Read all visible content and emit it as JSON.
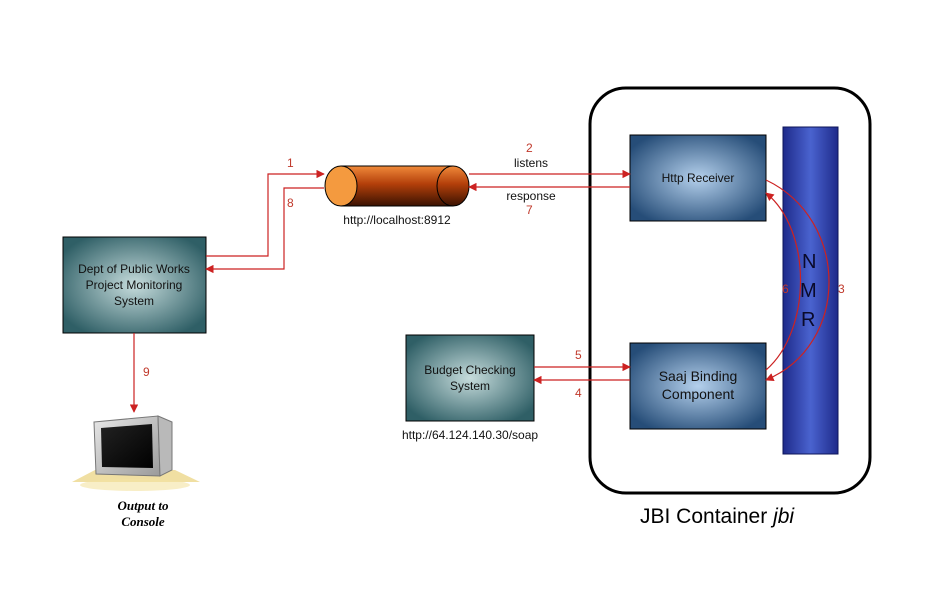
{
  "boxes": {
    "dept": [
      "Dept of Public Works",
      "Project Monitoring",
      "System"
    ],
    "budget": [
      "Budget Checking",
      "System"
    ],
    "http_receiver": "Http Receiver",
    "saaj": [
      "Saaj Binding",
      "Component"
    ]
  },
  "labels": {
    "localhost": "http://localhost:8912",
    "soap": "http://64.124.140.30/soap",
    "listens": "listens",
    "response": "response",
    "output_line1": "Output to",
    "output_line2": "Console"
  },
  "nmr": [
    "N",
    "M",
    "R"
  ],
  "container": {
    "title": "JBI Container ",
    "title_italic": "jbi"
  },
  "steps": {
    "s1": "1",
    "s2": "2",
    "s3": "3",
    "s4": "4",
    "s5": "5",
    "s6": "6",
    "s7": "7",
    "s8": "8",
    "s9": "9"
  },
  "colors": {
    "arrow": "#cc2222",
    "box_dark": "#1f4f5a",
    "box_light": "#bcd4d6",
    "blue_box_dark": "#1f3f66",
    "blue_box_light": "#a9c6e3",
    "nmr_dark": "#1e2a8a",
    "nmr_light": "#4a63cf",
    "pipe": "#c44d10"
  }
}
